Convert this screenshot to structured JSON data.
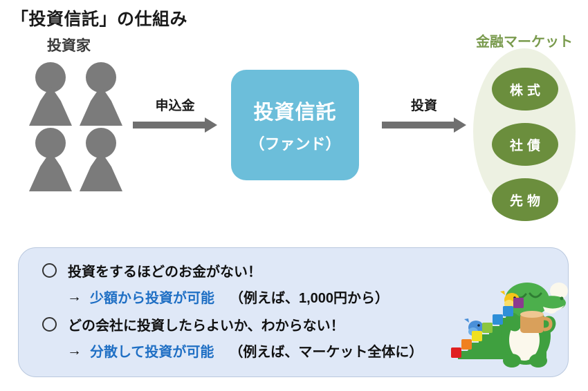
{
  "title": "「投資信託」の仕組み",
  "investors": {
    "label": "投資家",
    "icon": "person-icon",
    "count": 4
  },
  "arrows": [
    {
      "name": "arrow-subscription",
      "label": "申込金",
      "icon": "right-arrow-icon"
    },
    {
      "name": "arrow-investment",
      "label": "投資",
      "icon": "right-arrow-icon"
    }
  ],
  "fund": {
    "title": "投資信託",
    "subtitle": "（ファンド）",
    "color": "#6CBEDA"
  },
  "market": {
    "label": "金融マーケット",
    "label_color": "#7A9B4E",
    "oval_color": "#EDF1E2",
    "item_color": "#6B8E3D",
    "items": [
      {
        "label": "株式"
      },
      {
        "label": "社債"
      },
      {
        "label": "先物"
      }
    ]
  },
  "benefits": {
    "panel_color": "#DFE8F7",
    "highlight_color": "#1F6FC4",
    "rows": [
      {
        "bullet": "○",
        "problem": "投資をするほどのお金がない！",
        "arrow": "→",
        "solution": "少額から投資が可能",
        "example": "（例えば、1,000円から）"
      },
      {
        "bullet": "○",
        "problem": "どの会社に投資したらよいか、わからない！",
        "arrow": "→",
        "solution": "分散して投資が可能",
        "example": "（例えば、マーケット全体に）"
      }
    ]
  },
  "mascot": {
    "name": "crocodile-mascot",
    "body_color": "#3FA03F",
    "belly_color": "#FBF8EC",
    "cup_color": "#D9A05B",
    "stairs": [
      "#E02020",
      "#F08020",
      "#F0E020",
      "#8CC63E",
      "#2E8FD8",
      "#8B3A8F"
    ],
    "birds": [
      "#4A90D9",
      "#F5C518"
    ]
  }
}
